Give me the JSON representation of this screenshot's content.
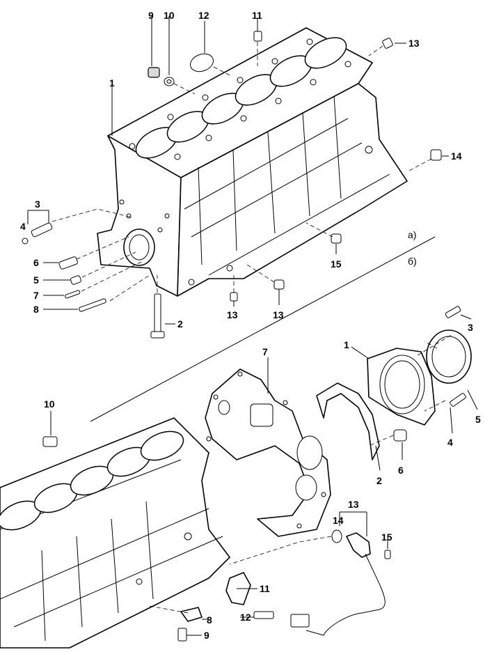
{
  "sections": {
    "a": "а)",
    "b": "б)"
  },
  "labels_a": {
    "n1": "1",
    "n2": "2",
    "n3": "3",
    "n4": "4",
    "n5": "5",
    "n6": "6",
    "n7": "7",
    "n8": "8",
    "n9": "9",
    "n10": "10",
    "n11": "11",
    "n12": "12",
    "n13_top": "13",
    "n13_bottom_left": "13",
    "n13_bottom_right": "13",
    "n14": "14",
    "n15": "15"
  },
  "labels_b": {
    "n1": "1",
    "n2": "2",
    "n3": "3",
    "n4": "4",
    "n5": "5",
    "n6": "6",
    "n7": "7",
    "n8": "8",
    "n9": "9",
    "n10": "10",
    "n11": "11",
    "n12": "12",
    "n13": "13",
    "n14": "14",
    "n15": "15"
  }
}
